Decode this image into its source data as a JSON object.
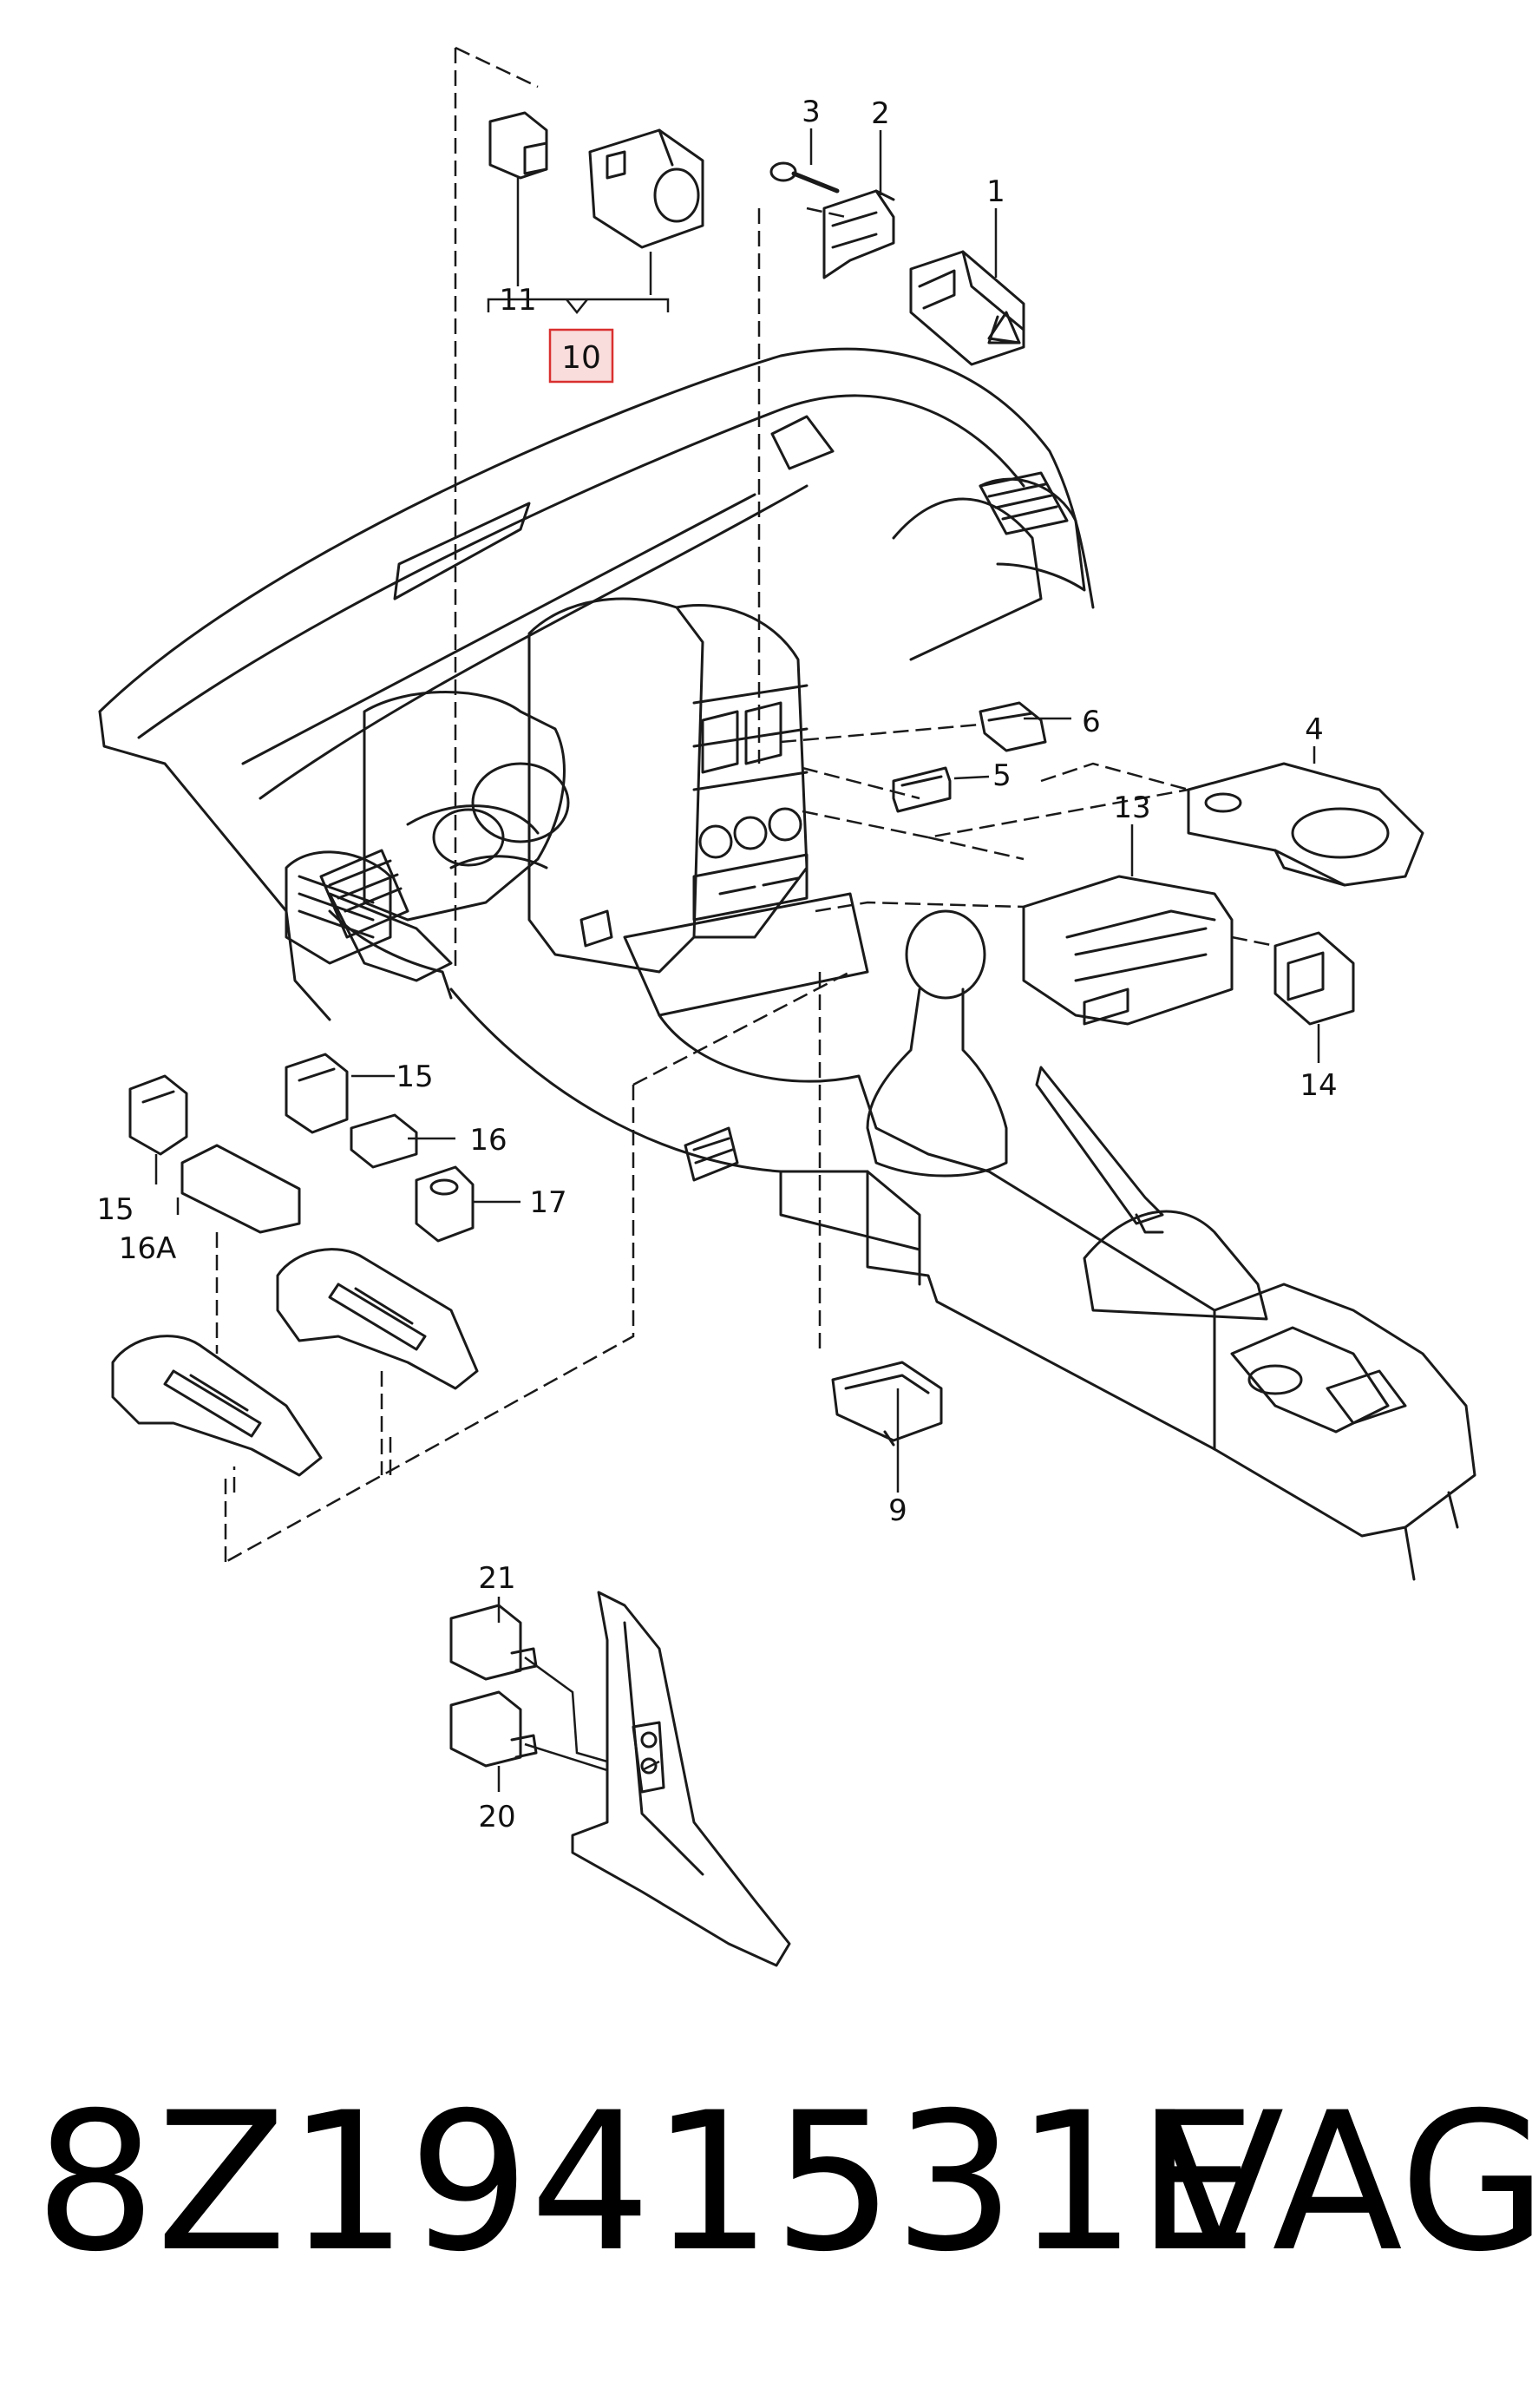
{
  "diagram": {
    "callouts": [
      {
        "id": "c1",
        "label": "1"
      },
      {
        "id": "c2",
        "label": "2"
      },
      {
        "id": "c3",
        "label": "3"
      },
      {
        "id": "c4",
        "label": "4"
      },
      {
        "id": "c5",
        "label": "5"
      },
      {
        "id": "c6",
        "label": "6"
      },
      {
        "id": "c9",
        "label": "9"
      },
      {
        "id": "c11",
        "label": "11"
      },
      {
        "id": "c13",
        "label": "13"
      },
      {
        "id": "c14",
        "label": "14"
      },
      {
        "id": "c15a",
        "label": "15"
      },
      {
        "id": "c15b",
        "label": "15"
      },
      {
        "id": "c16",
        "label": "16"
      },
      {
        "id": "c16a",
        "label": "16A"
      },
      {
        "id": "c17",
        "label": "17"
      },
      {
        "id": "c20",
        "label": "20"
      },
      {
        "id": "c21",
        "label": "21"
      }
    ],
    "highlighted": {
      "label": "10",
      "fill_color": "#f9dcdc",
      "border_color": "#d9302f"
    }
  },
  "footer": {
    "part_number": "8Z1941531E",
    "brand": "VAG"
  }
}
